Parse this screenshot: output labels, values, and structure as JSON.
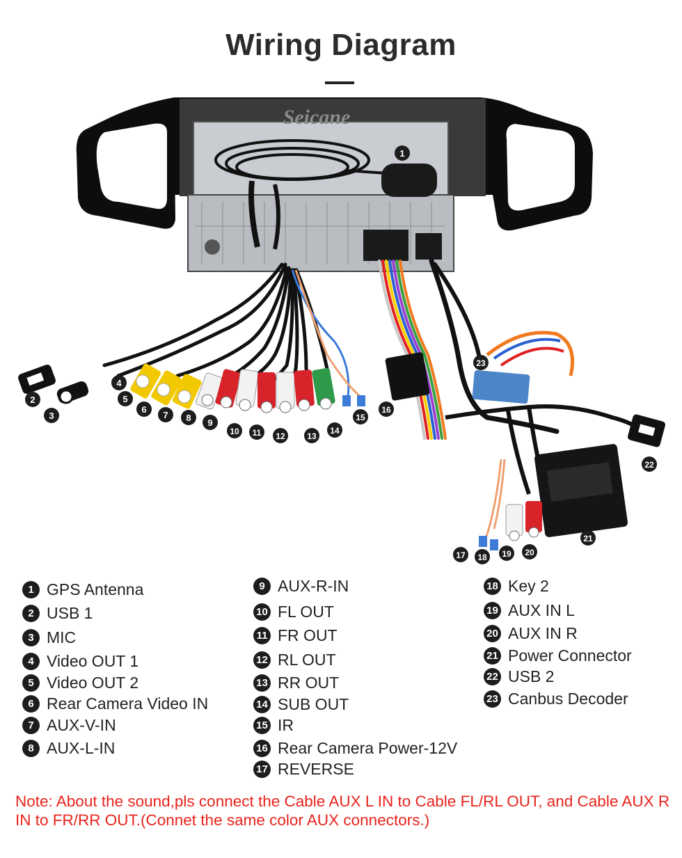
{
  "title": "Wiring Diagram",
  "watermark": "Seicane",
  "legend": [
    {
      "num": "1",
      "label": "GPS Antenna"
    },
    {
      "num": "2",
      "label": "USB 1"
    },
    {
      "num": "3",
      "label": "MIC"
    },
    {
      "num": "4",
      "label": "Video OUT 1"
    },
    {
      "num": "5",
      "label": "Video OUT 2"
    },
    {
      "num": "6",
      "label": "Rear Camera Video IN"
    },
    {
      "num": "7",
      "label": "AUX-V-IN"
    },
    {
      "num": "8",
      "label": "AUX-L-IN"
    },
    {
      "num": "9",
      "label": "AUX-R-IN"
    },
    {
      "num": "10",
      "label": "FL OUT"
    },
    {
      "num": "11",
      "label": "FR OUT"
    },
    {
      "num": "12",
      "label": "RL OUT"
    },
    {
      "num": "13",
      "label": "RR OUT"
    },
    {
      "num": "14",
      "label": "SUB OUT"
    },
    {
      "num": "15",
      "label": "IR"
    },
    {
      "num": "16",
      "label": "Rear Camera Power-12V"
    },
    {
      "num": "17",
      "label": "REVERSE"
    },
    {
      "num": "18",
      "label": "Key 2"
    },
    {
      "num": "19",
      "label": "AUX IN L"
    },
    {
      "num": "20",
      "label": "AUX IN R"
    },
    {
      "num": "21",
      "label": "Power Connector"
    },
    {
      "num": "22",
      "label": "USB 2"
    },
    {
      "num": "23",
      "label": "Canbus Decoder"
    }
  ],
  "note": "Note: About the sound,pls connect the Cable AUX L IN to Cable FL/RL OUT, and Cable AUX R IN to  FR/RR OUT.(Connet the same color AUX connectors.)",
  "colors": {
    "rca_yellow": "#f2c800",
    "rca_white": "#f2f2f2",
    "rca_red": "#d8232a",
    "rca_green": "#2e9a4a",
    "note_red": "#e8231b",
    "badge_black": "#1d1d1d"
  }
}
